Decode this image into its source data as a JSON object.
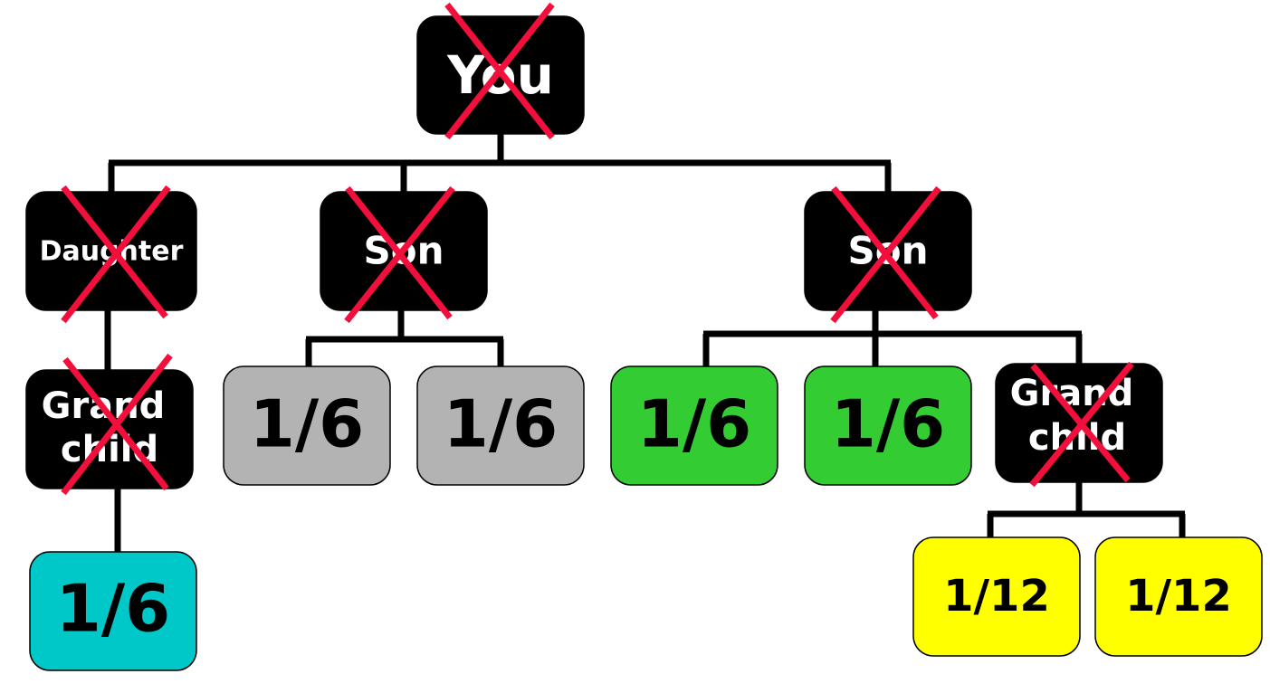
{
  "colors": {
    "deceased_box": "#000000",
    "share_sibling_gray": "#b3b3b3",
    "share_green": "#33cc33",
    "share_cyan": "#00c8c8",
    "share_yellow": "#ffff00",
    "cross": "#f20f3c"
  },
  "nodes": {
    "you": {
      "label": "You",
      "crossed": true
    },
    "daughter": {
      "label": "Daughter",
      "crossed": true
    },
    "son_1": {
      "label": "Son",
      "crossed": true
    },
    "son_2": {
      "label": "Son",
      "crossed": true
    },
    "grandchild_1": {
      "line1": "Grand",
      "line2": "child",
      "crossed": true
    },
    "grandchild_2": {
      "line1": "Grand",
      "line2": "child",
      "crossed": true
    },
    "share_gray_1": {
      "label": "1/6"
    },
    "share_gray_2": {
      "label": "1/6"
    },
    "share_green_1": {
      "label": "1/6"
    },
    "share_green_2": {
      "label": "1/6"
    },
    "share_cyan": {
      "label": "1/6"
    },
    "share_yellow_1": {
      "label": "1/12"
    },
    "share_yellow_2": {
      "label": "1/12"
    }
  }
}
